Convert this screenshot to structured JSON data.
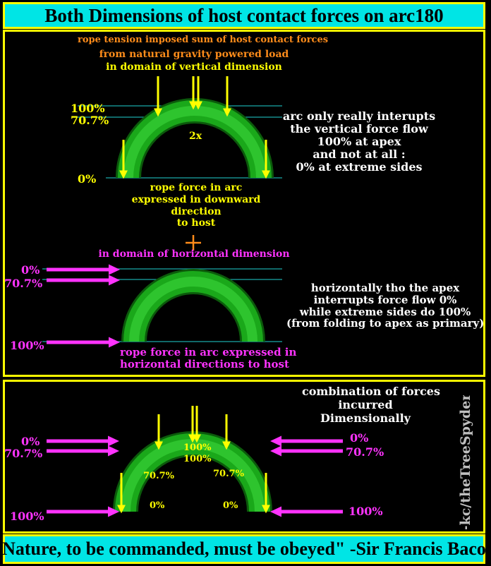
{
  "title": "Both Dimensions of host contact forces on arc180",
  "footer": "\"Nature, to be commanded, must be obeyed\" -Sir Francis Bacon",
  "panel_vertical": {
    "header_line1": "rope tension imposed sum of host contact forces",
    "header_line2": "from natural gravity powered load",
    "header_line3": "in domain of vertical dimension",
    "label_100": "100%",
    "label_70": "70.7%",
    "label_0": "0%",
    "label_2x": "2x",
    "note": [
      "arc only really interupts",
      "the vertical force flow",
      "100% at apex",
      "and not at all :",
      "0%  at extreme sides"
    ],
    "caption": [
      "rope force in arc",
      "expressed in downward",
      "direction",
      "to host"
    ]
  },
  "plus": "+",
  "panel_horizontal": {
    "header": "in domain of horizontal dimension",
    "label_0": "0%",
    "label_70": "70.7%",
    "label_100": "100%",
    "note": [
      "horizontally tho the apex",
      "interrupts force flow 0%",
      "while extreme sides do 100%",
      "(from folding to apex as primary)"
    ],
    "caption": [
      "rope force in arc expressed in",
      "horizontal directions to host"
    ]
  },
  "panel_combined": {
    "heading": [
      "combination of forces",
      "incurred",
      "Dimensionally"
    ],
    "left_0": "0%",
    "left_70": "70.7%",
    "left_100": "100%",
    "right_0": "0%",
    "right_70": "70.7%",
    "right_100": "100%",
    "apex_top": "100%",
    "apex_bottom": "100%",
    "mid_left": "70.7%",
    "mid_right": "70.7%",
    "base_left": "0%",
    "base_right": "0%"
  },
  "signature": "-kc/theTreeSpyder",
  "colors": {
    "banner_bg": "#00e5e5",
    "border": "#ffff00",
    "arc_green": "#1aa81a",
    "vertical_arrow": "#ffff00",
    "horizontal_arrow": "#ff33ff",
    "header_text": "#ff8c1a"
  }
}
